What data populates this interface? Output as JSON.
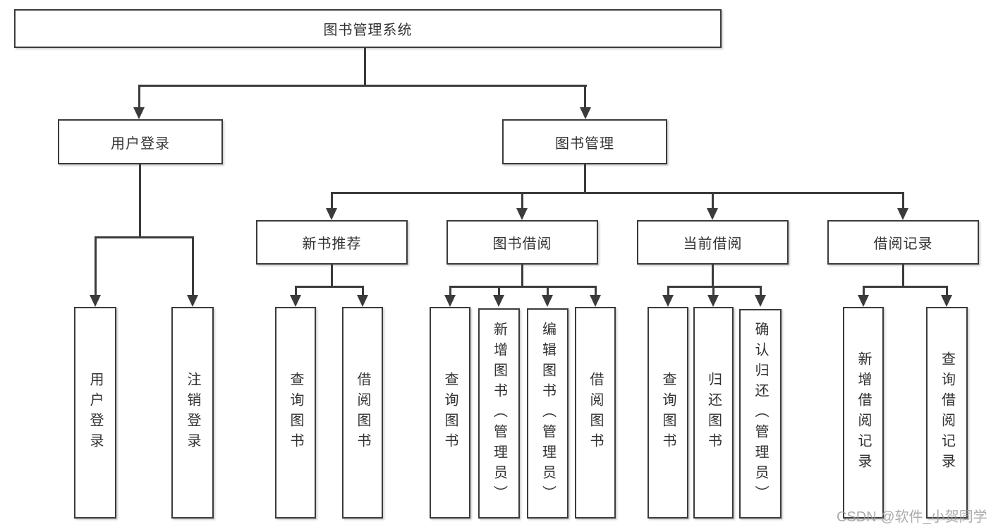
{
  "diagram": {
    "root": {
      "label": "图书管理系统"
    },
    "level2": [
      {
        "label": "用户登录"
      },
      {
        "label": "图书管理"
      }
    ],
    "level3": [
      {
        "label": "新书推荐"
      },
      {
        "label": "图书借阅"
      },
      {
        "label": "当前借阅"
      },
      {
        "label": "借阅记录"
      }
    ],
    "leaves": [
      {
        "label": "用户登录"
      },
      {
        "label": "注销登录"
      },
      {
        "label": "查询图书"
      },
      {
        "label": "借阅图书"
      },
      {
        "label": "查询图书"
      },
      {
        "label": "新增图书（管理员）"
      },
      {
        "label": "编辑图书（管理员）"
      },
      {
        "label": "借阅图书"
      },
      {
        "label": "查询图书"
      },
      {
        "label": "归还图书"
      },
      {
        "label": "确认归还（管理员）"
      },
      {
        "label": "新增借阅记录"
      },
      {
        "label": "查询借阅记录"
      }
    ]
  },
  "watermark": {
    "text": "CSDN @软件_小贺同学"
  },
  "colors": {
    "line": "#3b3b3b",
    "text": "#333333",
    "background": "#ffffff",
    "watermark": "#9b9b9b"
  }
}
